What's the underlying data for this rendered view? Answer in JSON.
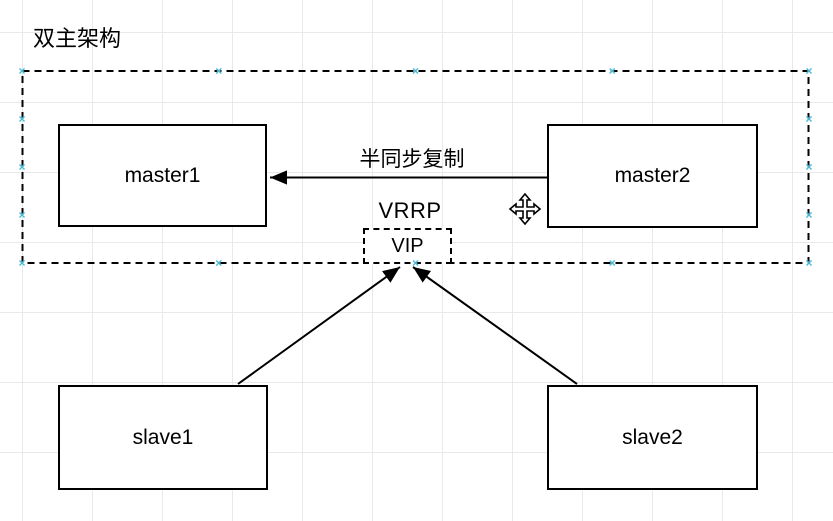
{
  "title": "双主架构",
  "diagram": {
    "nodes": {
      "master1": {
        "label": "master1"
      },
      "master2": {
        "label": "master2"
      },
      "slave1": {
        "label": "slave1"
      },
      "slave2": {
        "label": "slave2"
      },
      "vip": {
        "label": "VIP"
      }
    },
    "edge_labels": {
      "replication": "半同步复制",
      "vrrp": "VRRP"
    },
    "edges": [
      {
        "from": "master2",
        "to": "master1",
        "label": "半同步复制",
        "direction": "left"
      },
      {
        "from": "slave1",
        "to": "vip",
        "direction": "up-right"
      },
      {
        "from": "slave2",
        "to": "vip",
        "direction": "up-left"
      }
    ]
  },
  "icons": {
    "move_icon": "move-cursor"
  },
  "colors": {
    "stroke": "#000000",
    "node_fill": "#ffffff",
    "selection_handle": "#43b9d7",
    "grid": "#e9e9e9",
    "background": "#ffffff"
  },
  "selection": {
    "handle_glyph": "×",
    "handles": [
      [
        22,
        71
      ],
      [
        218.75,
        71
      ],
      [
        415.5,
        71
      ],
      [
        612.25,
        71
      ],
      [
        809,
        71
      ],
      [
        22,
        119
      ],
      [
        22,
        167
      ],
      [
        22,
        215
      ],
      [
        809,
        119
      ],
      [
        809,
        167
      ],
      [
        809,
        215
      ],
      [
        22,
        263
      ],
      [
        218.75,
        263
      ],
      [
        415.5,
        263
      ],
      [
        612.25,
        263
      ],
      [
        809,
        263
      ]
    ]
  }
}
